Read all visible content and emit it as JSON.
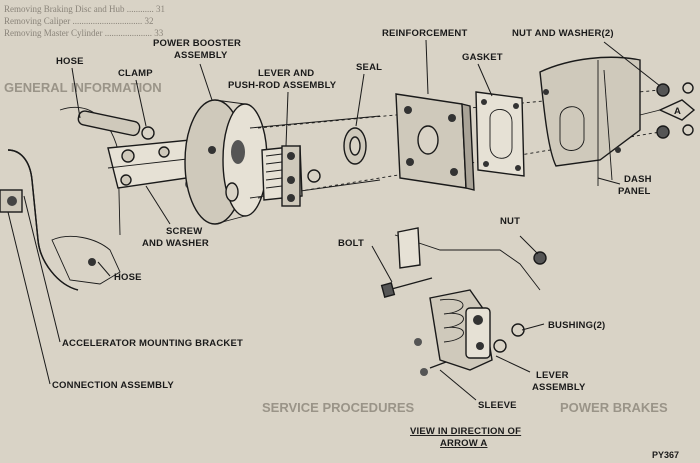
{
  "labels": {
    "hose_top": "HOSE",
    "clamp": "CLAMP",
    "power_booster_1": "POWER BOOSTER",
    "power_booster_2": "ASSEMBLY",
    "lever_pushrod_1": "LEVER AND",
    "lever_pushrod_2": "PUSH-ROD ASSEMBLY",
    "seal": "SEAL",
    "reinforcement": "REINFORCEMENT",
    "gasket": "GASKET",
    "nut_washer": "NUT AND WASHER(2)",
    "arrow_a_tag": "A",
    "dash_panel_1": "DASH",
    "dash_panel_2": "PANEL",
    "screw_washer_1": "SCREW",
    "screw_washer_2": "AND WASHER",
    "nut": "NUT",
    "bolt": "BOLT",
    "bushing": "BUSHING(2)",
    "hose_bottom": "HOSE",
    "accel_bracket": "ACCELERATOR MOUNTING BRACKET",
    "lever_assembly_1": "LEVER",
    "lever_assembly_2": "ASSEMBLY",
    "connection_assembly": "CONNECTION ASSEMBLY",
    "sleeve": "SLEEVE",
    "view_caption_1": "VIEW IN DIRECTION OF",
    "view_caption_2": "ARROW A",
    "figure_code": "PY367"
  },
  "background_text": {
    "toc_line_1": "Removing Braking Disc and Hub ............ 31",
    "toc_line_2": "Removing Caliper ............................... 32",
    "toc_line_3": "Removing Master Cylinder ..................... 33",
    "heading_general": "GENERAL INFORMATION",
    "heading_service": "SERVICE PROCEDURES",
    "heading_power": "POWER BRAKES"
  },
  "colors": {
    "paper": "#d9d3c6",
    "ink": "#1a1a1a",
    "faded_text": "#8a847a"
  }
}
